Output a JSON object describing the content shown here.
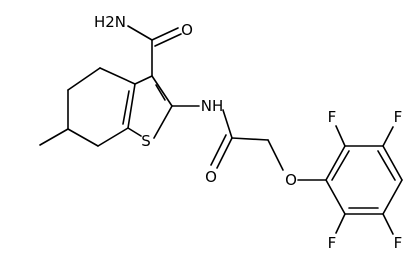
{
  "molecule": {
    "atoms": {
      "amide_nh2": "H2N",
      "amide_o": "O",
      "ring_s": "S",
      "linker_nh": "NH",
      "linker_o": "O",
      "ether_o": "O",
      "f_top_left": "F",
      "f_top_right": "F",
      "f_bottom_left": "F",
      "f_bottom_right": "F"
    }
  }
}
